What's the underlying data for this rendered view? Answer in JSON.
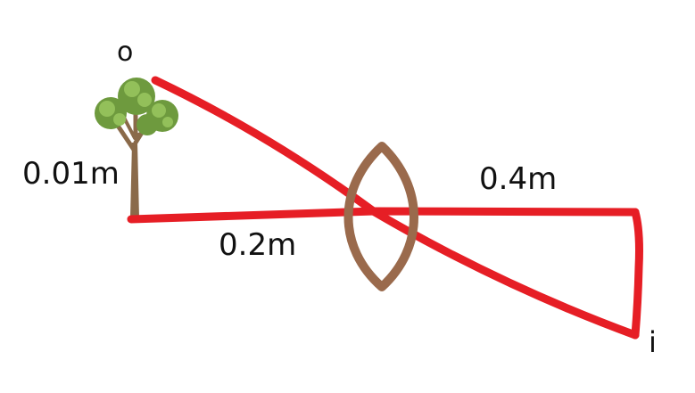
{
  "labels": {
    "object": "o",
    "object_height": "0.01m",
    "object_distance": "0.2m",
    "image_distance": "0.4m",
    "image": "i"
  },
  "colors": {
    "ray": "#e61e25",
    "lens": "#9a6a4c",
    "trunk": "#8a6a4a",
    "foliage_dark": "#6e9a3e",
    "foliage_light": "#93c05a",
    "text": "#111111"
  },
  "icons": {
    "object_icon": "tree-icon",
    "lens_icon": "convex-lens-icon"
  }
}
